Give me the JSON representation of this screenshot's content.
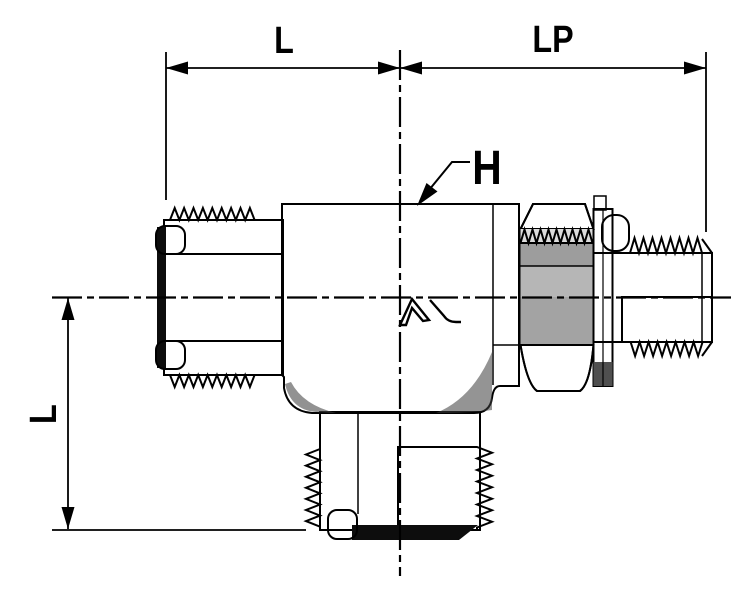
{
  "diagram": {
    "type": "technical-drawing",
    "subject": "hydraulic run-tee port fitting, side elevation with dimension callouts",
    "labels": {
      "dim_top_left": "L",
      "dim_top_right": "LP",
      "callout_height": "H",
      "dim_side": "L"
    },
    "colors": {
      "background": "#ffffff",
      "outline": "#000000",
      "body": "#a8a8a8",
      "body_light": "#bdbdbd",
      "band_mid": "#9d9d9d",
      "band_light": "#b6b6b6",
      "washer": "#8f8f8f",
      "facet_dark": "#4f4f4f",
      "thread_dark": "#2e2e2e",
      "seal_black": "#0d0d0d"
    }
  }
}
